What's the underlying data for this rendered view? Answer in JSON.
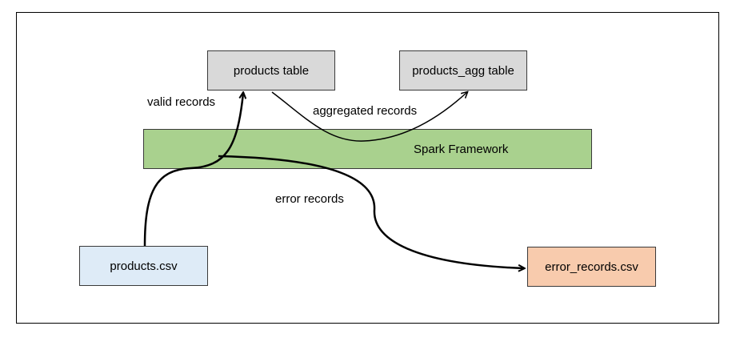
{
  "nodes": {
    "products_table": "products table",
    "products_agg_table": "products_agg table",
    "spark_framework": "Spark Framework",
    "products_csv": "products.csv",
    "error_records_csv": "error_records.csv"
  },
  "edges": {
    "valid_records": "valid records",
    "aggregated_records": "aggregated records",
    "error_records": "error records"
  },
  "colors": {
    "table_fill": "#d9d9d9",
    "spark_fill": "#a9d18e",
    "products_csv_fill": "#deebf7",
    "error_csv_fill": "#f8cbad",
    "stroke": "#000000"
  }
}
